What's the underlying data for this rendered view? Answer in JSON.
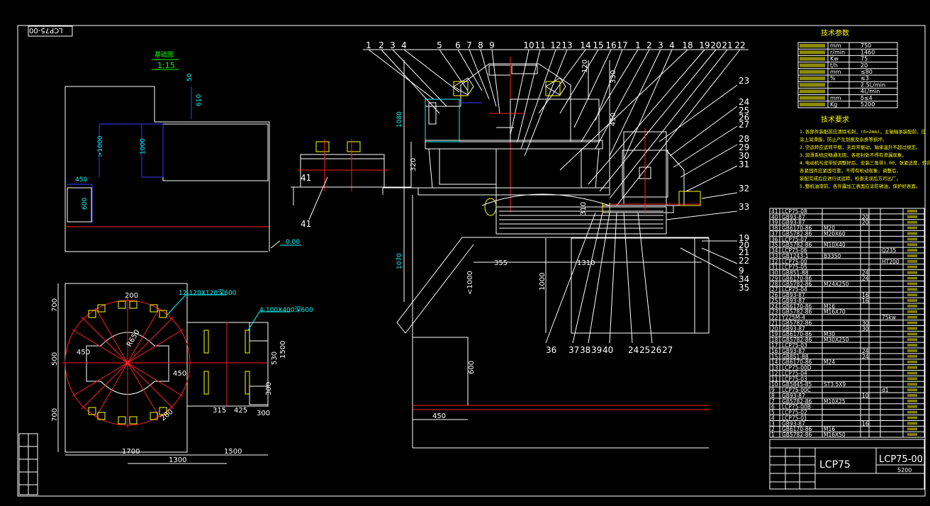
{
  "drawing": {
    "number": "LCP75-00",
    "number_rotated": "LCP75-00",
    "title_text": "LCP75",
    "weight": "5200",
    "base_plan": {
      "title": "基础图",
      "scale": "1:15",
      "dims": [
        "50",
        "610",
        "1000",
        ">1000",
        "450",
        "600",
        "0.00"
      ]
    },
    "bolt_plan": {
      "dims": [
        "700",
        "500",
        "700",
        "450",
        "200",
        "R650",
        "450",
        "315",
        "425",
        "300",
        "530",
        "1500",
        "300",
        "200",
        "1700",
        "1500",
        "1300"
      ],
      "notes": [
        "12-120X120深600",
        "4-100X400深600"
      ]
    },
    "elevation": {
      "balloons_top": [
        "1",
        "2",
        "3",
        "4",
        "5",
        "6",
        "7",
        "8",
        "9",
        "10",
        "11",
        "12",
        "13",
        "14",
        "15",
        "16",
        "17",
        "1",
        "2",
        "3",
        "4",
        "18",
        "19",
        "20",
        "21",
        "22"
      ],
      "balloons_right": [
        "23",
        "24",
        "25",
        "26",
        "27",
        "28",
        "29",
        "30",
        "31",
        "32",
        "33",
        "19",
        "20",
        "21",
        "22",
        "9",
        "34",
        "35"
      ],
      "balloons_bottom": [
        "36",
        "37",
        "38",
        "39",
        "40",
        "24",
        "25",
        "26",
        "27"
      ],
      "balloon_left": "41",
      "dims": [
        "1080",
        "120",
        "330",
        "450",
        "320",
        "310",
        "1000",
        "355",
        "1310",
        "<1000",
        "600",
        "450",
        "1070"
      ]
    },
    "specs_title": "技术参数",
    "specs": [
      {
        "unit": "mm",
        "value": "750"
      },
      {
        "unit": "r/min",
        "value": "1460"
      },
      {
        "unit": "Kw",
        "value": "75"
      },
      {
        "unit": "t/h",
        "value": "20"
      },
      {
        "unit": "mm",
        "value": "≤80"
      },
      {
        "unit": "%",
        "value": "≤3"
      },
      {
        "unit": "",
        "value": "2.5L/min"
      },
      {
        "unit": "",
        "value": "4L/min"
      },
      {
        "unit": "mm",
        "value": "δ≤4"
      },
      {
        "unit": "Kg",
        "value": "5200"
      }
    ],
    "requirements_title": "技术要求",
    "requirements": [
      "1.各部件装配前应清除毛刺，(δ=2mm)，主轴轴承装配前，应",
      "  涂上润滑脂，防止产生划痕及杂质等损坏。",
      "2.空运转应运转平稳，无异常振动，轴承温升不超过规定。",
      "3.润滑系统应畅通无阻，各密封处不得有渗漏现象。",
      "4.电动机与皮带轮调整好后，安装三角带1.00，张紧适度，转向正确，",
      "  各紧固件应紧固可靠，不得有松动现象，调整后，",
      "  装配完成后应进行试运转，检查无误后方可出厂。",
      "5.整机油漆前，各外露加工表面应涂防锈油，保护好表面。"
    ],
    "bom": [
      {
        "no": "41",
        "code": "LCP75-08"
      },
      {
        "no": "40",
        "code": "GB93-87",
        "qty": "20"
      },
      {
        "no": "39",
        "code": "GB93-87",
        "qty": "20"
      },
      {
        "no": "38",
        "code": "GB6170-86",
        "spec": "M20"
      },
      {
        "no": "37",
        "code": "GB5782-86",
        "spec": "M20X60"
      },
      {
        "no": "36",
        "code": "LCP75-07"
      },
      {
        "no": "35",
        "code": "GB5782-86",
        "spec": "M10X40"
      },
      {
        "no": "34",
        "code": "LCP75-06",
        "mat": "Q235"
      },
      {
        "no": "33",
        "code": "GB1243-1",
        "spec": "B3350"
      },
      {
        "no": "32",
        "code": "LCP75-00",
        "mat": "HT200"
      },
      {
        "no": "31",
        "code": "LCP75-05"
      },
      {
        "no": "30",
        "code": "GB851-88",
        "qty": "24"
      },
      {
        "no": "29",
        "code": "GB6170-86",
        "qty": "24"
      },
      {
        "no": "28",
        "code": "GB5782-86",
        "spec": "M24X250"
      },
      {
        "no": "27",
        "code": "LCP75-04"
      },
      {
        "no": "26",
        "code": "GB93-87",
        "qty": "16"
      },
      {
        "no": "25",
        "code": "GB93-87",
        "qty": "16"
      },
      {
        "no": "24",
        "code": "GB6170-86",
        "spec": "M16"
      },
      {
        "no": "23",
        "code": "GB5782-86",
        "spec": "M16X70"
      },
      {
        "no": "22",
        "code": "Y225M-4",
        "mat": "75kw"
      },
      {
        "no": "21",
        "code": "GB5782-86",
        "qty": "30"
      },
      {
        "no": "20",
        "code": "GB93-87",
        "qty": "30"
      },
      {
        "no": "19",
        "code": "GB6170-86",
        "spec": "M30"
      },
      {
        "no": "18",
        "code": "GB5782-86",
        "spec": "M30X250"
      },
      {
        "no": "17",
        "code": "LCP75-03"
      },
      {
        "no": "16",
        "code": "GB93-87",
        "qty": "24"
      },
      {
        "no": "15",
        "code": "GB851-88",
        "qty": "24"
      },
      {
        "no": "14",
        "code": "GB6170-86",
        "spec": "M24"
      },
      {
        "no": "13",
        "code": "LCP75-00D"
      },
      {
        "no": "12",
        "code": "LCP75-04"
      },
      {
        "no": "11",
        "code": "LCP75-03"
      },
      {
        "no": "10",
        "code": "GB5845-85",
        "spec": "ST3.5X9"
      },
      {
        "no": "9",
        "code": "LCP75-00C",
        "mat": "d1"
      },
      {
        "no": "8",
        "code": "GB93-87",
        "qty": "10"
      },
      {
        "no": "7",
        "code": "GB5782-86",
        "spec": "M10X25"
      },
      {
        "no": "6",
        "code": "LCP75-00B"
      },
      {
        "no": "5",
        "code": "LCP75-02"
      },
      {
        "no": "4",
        "code": "LCP75-01"
      },
      {
        "no": "3",
        "code": "GB93-87",
        "qty": "16"
      },
      {
        "no": "2",
        "code": "GB6170-86",
        "spec": "M16"
      },
      {
        "no": "1",
        "code": "GB5782-86",
        "spec": "M16X50"
      }
    ]
  }
}
